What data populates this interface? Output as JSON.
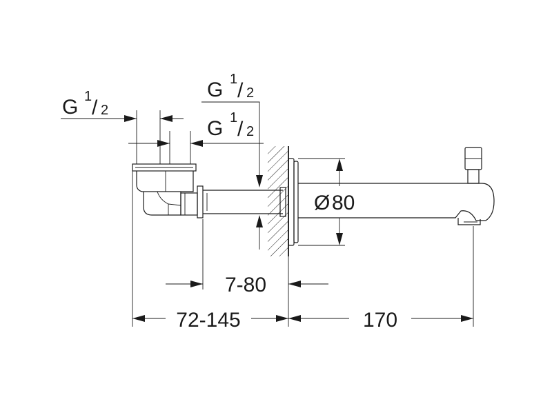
{
  "thread_labels": [
    {
      "prefix": "G",
      "numerator": "1",
      "slash": "/",
      "denominator": "2"
    },
    {
      "prefix": "G",
      "numerator": "1",
      "slash": "/",
      "denominator": "2"
    },
    {
      "prefix": "G",
      "numerator": "1",
      "slash": "/",
      "denominator": "2"
    }
  ],
  "dimensions": {
    "diameter_symbol": "Ø",
    "diameter": "80",
    "wall_offset": "7-80",
    "body_length": "72-145",
    "spout_reach": "170"
  }
}
